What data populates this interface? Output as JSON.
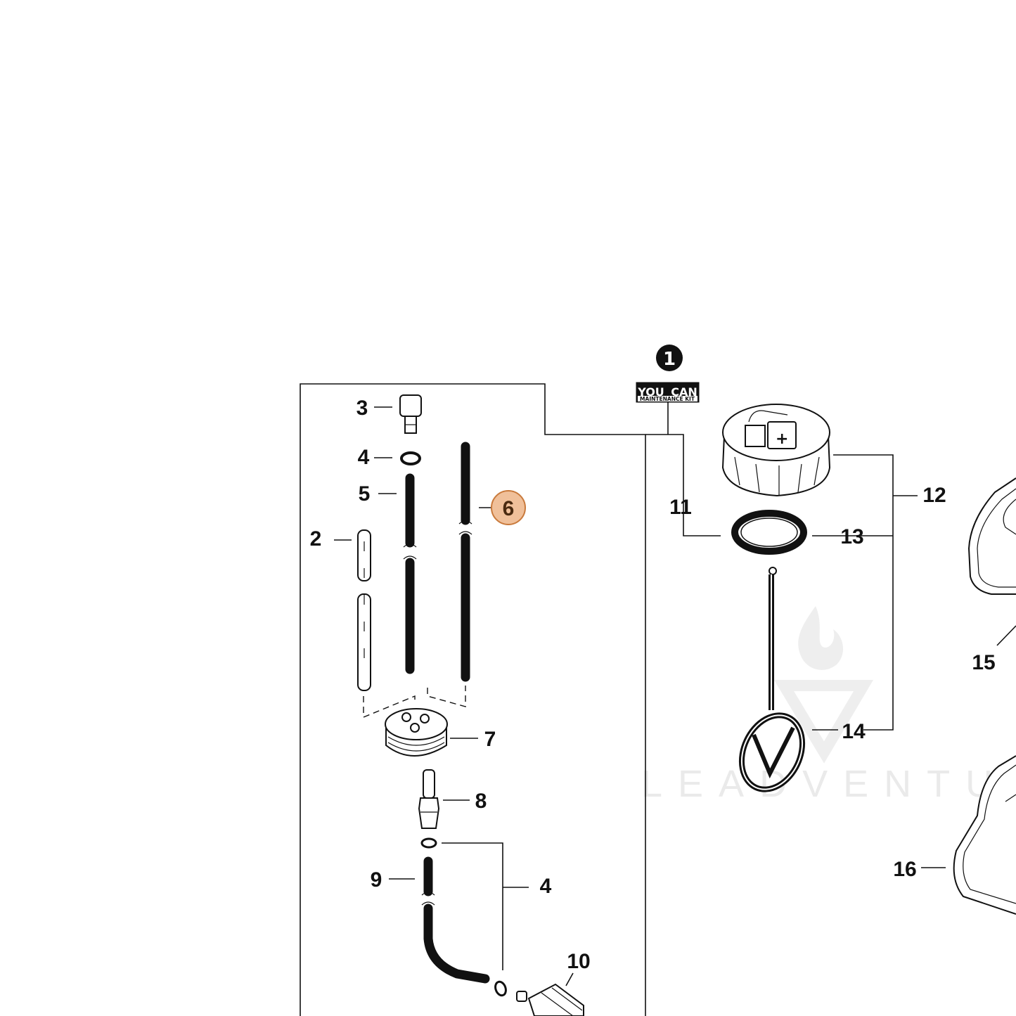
{
  "diagram": {
    "callouts": [
      {
        "id": "3",
        "label": "3"
      },
      {
        "id": "4a",
        "label": "4"
      },
      {
        "id": "5",
        "label": "5"
      },
      {
        "id": "2",
        "label": "2"
      },
      {
        "id": "6",
        "label": "6",
        "selected": true
      },
      {
        "id": "7",
        "label": "7"
      },
      {
        "id": "8",
        "label": "8"
      },
      {
        "id": "9",
        "label": "9"
      },
      {
        "id": "4b",
        "label": "4"
      },
      {
        "id": "10",
        "label": "10"
      },
      {
        "id": "11",
        "label": "11"
      },
      {
        "id": "12",
        "label": "12"
      },
      {
        "id": "13",
        "label": "13"
      },
      {
        "id": "14",
        "label": "14"
      },
      {
        "id": "15",
        "label": "15"
      },
      {
        "id": "16",
        "label": "16"
      }
    ],
    "kit_marker": {
      "number": "1",
      "badge_left": "YOU",
      "badge_right": "CAN",
      "badge_sub": "MAINTENANCE KIT"
    },
    "watermark": "LEADVENTURE",
    "selected_color": "#f0c09a",
    "selected_border": "#c97a3c"
  }
}
